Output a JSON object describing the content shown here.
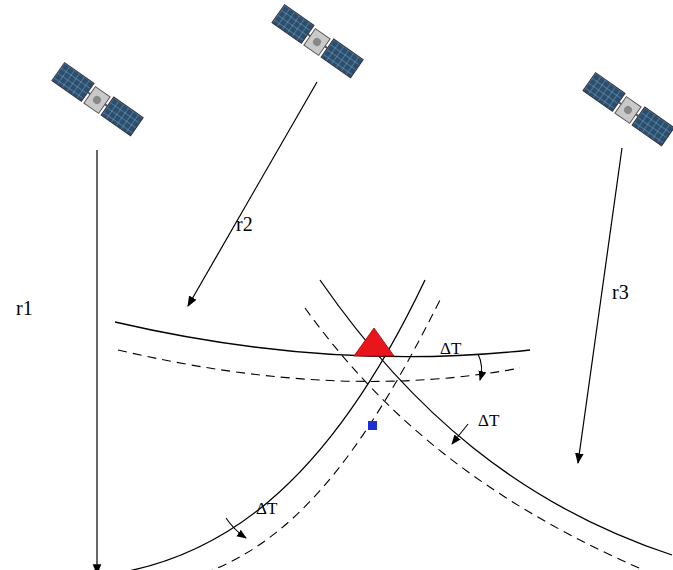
{
  "diagram": {
    "labels": [
      "r1",
      "r2",
      "r3",
      "ΔT",
      "ΔT",
      "ΔT"
    ]
  }
}
